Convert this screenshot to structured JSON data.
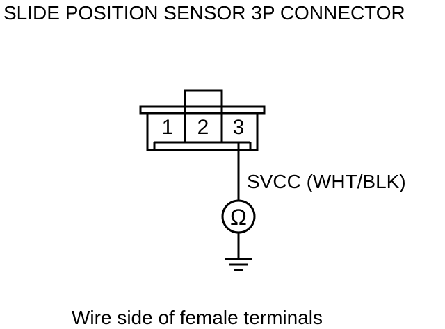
{
  "title": "SLIDE POSITION SENSOR 3P CONNECTOR",
  "connector": {
    "terminals": [
      "1",
      "2",
      "3"
    ]
  },
  "wire": {
    "label": "SVCC (WHT/BLK)"
  },
  "meter": {
    "symbol": "Ω"
  },
  "caption": "Wire side of female terminals",
  "colors": {
    "line": "#000000",
    "background": "#ffffff"
  }
}
